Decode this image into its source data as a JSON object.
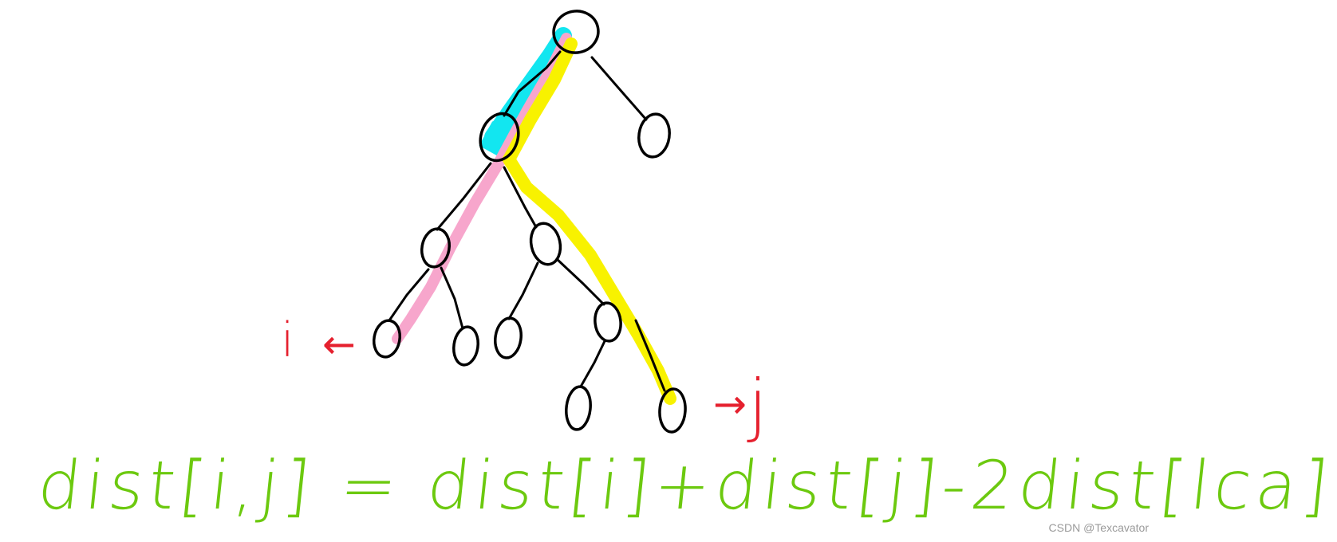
{
  "labels": {
    "i": "i",
    "j": "j",
    "arrow_to_i": "←",
    "arrow_to_j": "→"
  },
  "formula": "dist[i,j] = dist[i]+dist[j]-2dist[lca]",
  "watermark": "CSDN @Texcavator",
  "colors": {
    "ink": "#000000",
    "label": "#e5202e",
    "formula": "#6cc90f",
    "highlight_cyan": "#12e6f0",
    "highlight_pink": "#f7a6cc",
    "highlight_yellow": "#f8f200",
    "highlight_orange": "#ff9a1f"
  }
}
